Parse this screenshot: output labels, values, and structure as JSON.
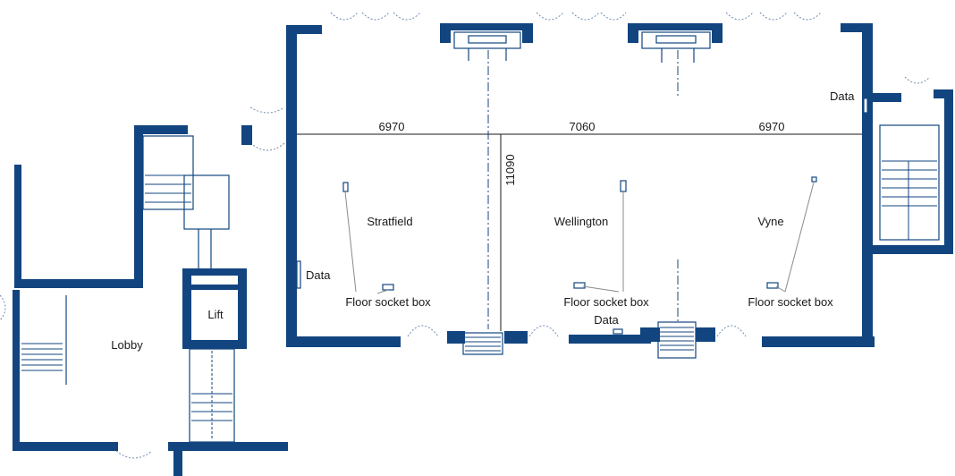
{
  "rooms": {
    "stratfield": "Stratfield",
    "wellington": "Wellington",
    "vyne": "Vyne",
    "lobby": "Lobby",
    "lift": "Lift"
  },
  "dimensions": {
    "stratfield_width": "6970",
    "wellington_width": "7060",
    "vyne_width": "6970",
    "room_depth": "11090"
  },
  "labels": {
    "data_left": "Data",
    "data_right": "Data",
    "data_bottom": "Data",
    "floor_socket_stratfield": "Floor socket box",
    "floor_socket_wellington": "Floor socket box",
    "floor_socket_vyne": "Floor socket box"
  },
  "colors": {
    "wall": "#12457f",
    "text": "#1a1a1a",
    "leader": "#8a8a8a"
  }
}
